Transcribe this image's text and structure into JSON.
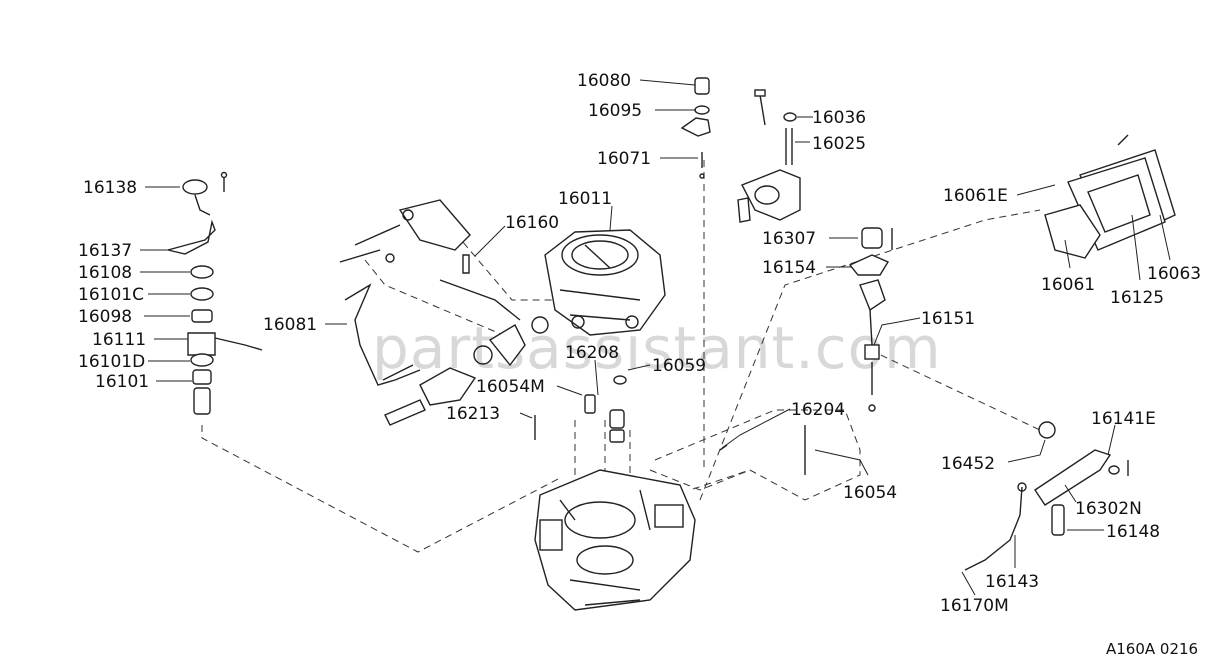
{
  "watermark": "partsassistant.com",
  "drawing_code": "A160A 0216",
  "part_labels": [
    "16080",
    "16095",
    "16036",
    "16025",
    "16071",
    "16011",
    "16160",
    "16307",
    "16154",
    "16151",
    "16081",
    "16208",
    "16059",
    "16054M",
    "16213",
    "16204",
    "16054",
    "16138",
    "16137",
    "16108",
    "16101C",
    "16098",
    "16111",
    "16101D",
    "16101",
    "16061E",
    "16061",
    "16125",
    "16063",
    "16141E",
    "16452",
    "16302N",
    "16148",
    "16143",
    "16170M"
  ]
}
